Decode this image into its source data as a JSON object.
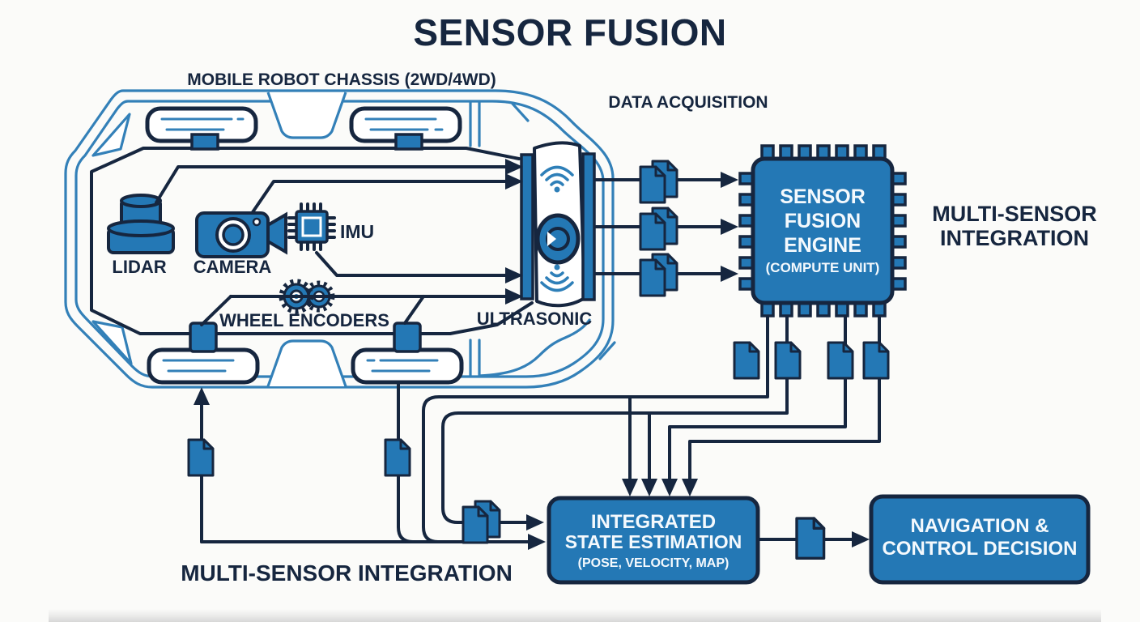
{
  "title": "SENSOR FUSION",
  "labels": {
    "chassis": "MOBILE ROBOT CHASSIS (2WD/4WD)",
    "data_acquisition": "DATA ACQUISITION",
    "multi_sensor_side1": "MULTI-SENSOR",
    "multi_sensor_side2": "INTEGRATION",
    "multi_sensor_bottom": "MULTI-SENSOR INTEGRATION"
  },
  "sensors": {
    "lidar": "LIDAR",
    "camera": "CAMERA",
    "imu": "IMU",
    "wheel_encoders": "WHEEL ENCODERS",
    "ultrasonic": "ULTRASONIC"
  },
  "fusion_engine": {
    "line1": "SENSOR",
    "line2": "FUSION",
    "line3": "ENGINE",
    "line4": "(COMPUTE UNIT)"
  },
  "state_estimation": {
    "line1": "INTEGRATED",
    "line2": "STATE ESTIMATION",
    "line3": "(POSE, VELOCITY, MAP)"
  },
  "navigation": {
    "line1": "NAVIGATION &",
    "line2": "CONTROL DECISION"
  },
  "icons": {
    "lidar": "lidar-cylinder-icon",
    "camera": "camera-icon",
    "imu": "chip-icon",
    "wheel_encoders": "gears-icon",
    "ultrasonic": "ultrasonic-speaker-icon",
    "fusion_engine": "processor-chip-icon",
    "data_file": "document-icon"
  },
  "colors": {
    "navy": "#16263f",
    "blue": "#2478b5",
    "lblue": "#3380b8",
    "arc": "#2e7fb8",
    "bg": "#fbfbf9"
  }
}
